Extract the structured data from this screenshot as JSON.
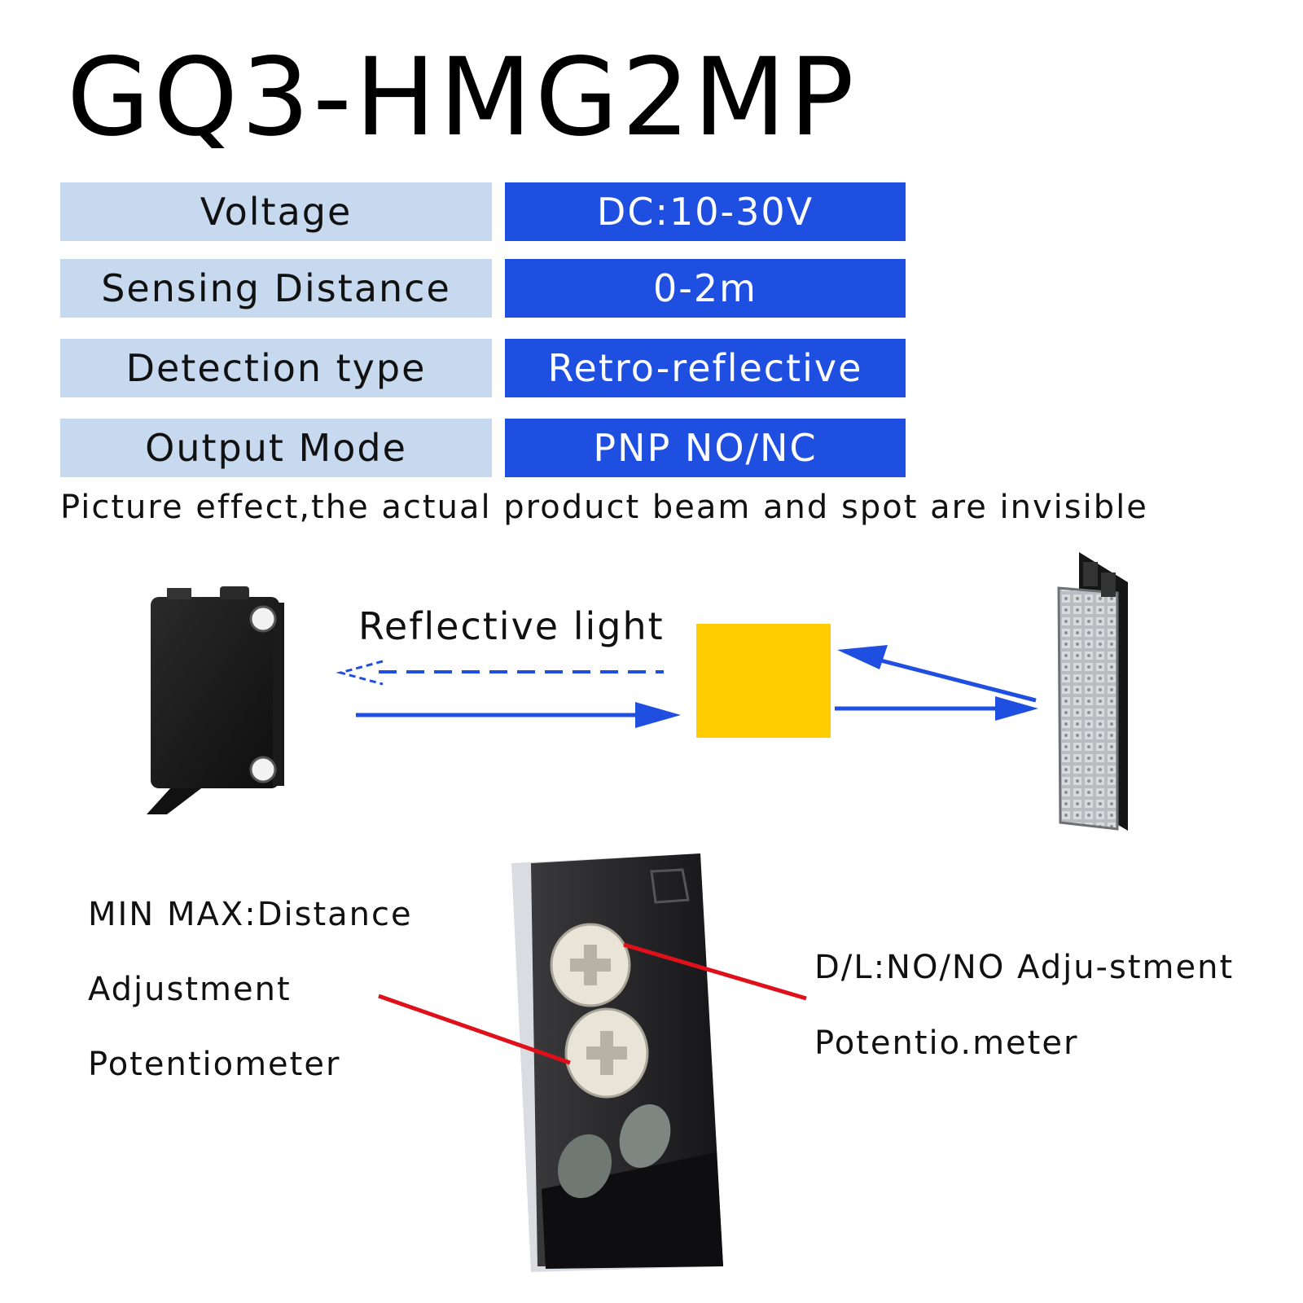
{
  "title": "GQ3-HMG2MP",
  "specs": [
    {
      "label": "Voltage",
      "value": "DC:10-30V"
    },
    {
      "label": "Sensing Distance",
      "value": "0-2m"
    },
    {
      "label": "Detection type",
      "value": "Retro-reflective"
    },
    {
      "label": "Output Mode",
      "value": "PNP NO/NC"
    }
  ],
  "note": "Picture effect,the actual product beam and spot are invisible",
  "diagram": {
    "reflective_label": "Reflective light",
    "colors": {
      "beam": "#1f4fe0",
      "object": "#ffcc00",
      "pointer": "#e0101a"
    }
  },
  "left_labels": [
    "MIN MAX:Distance",
    "Adjustment",
    "Potentiometer"
  ],
  "right_labels": [
    "D/L:NO/NO Adju-stment",
    "Potentio.meter"
  ]
}
